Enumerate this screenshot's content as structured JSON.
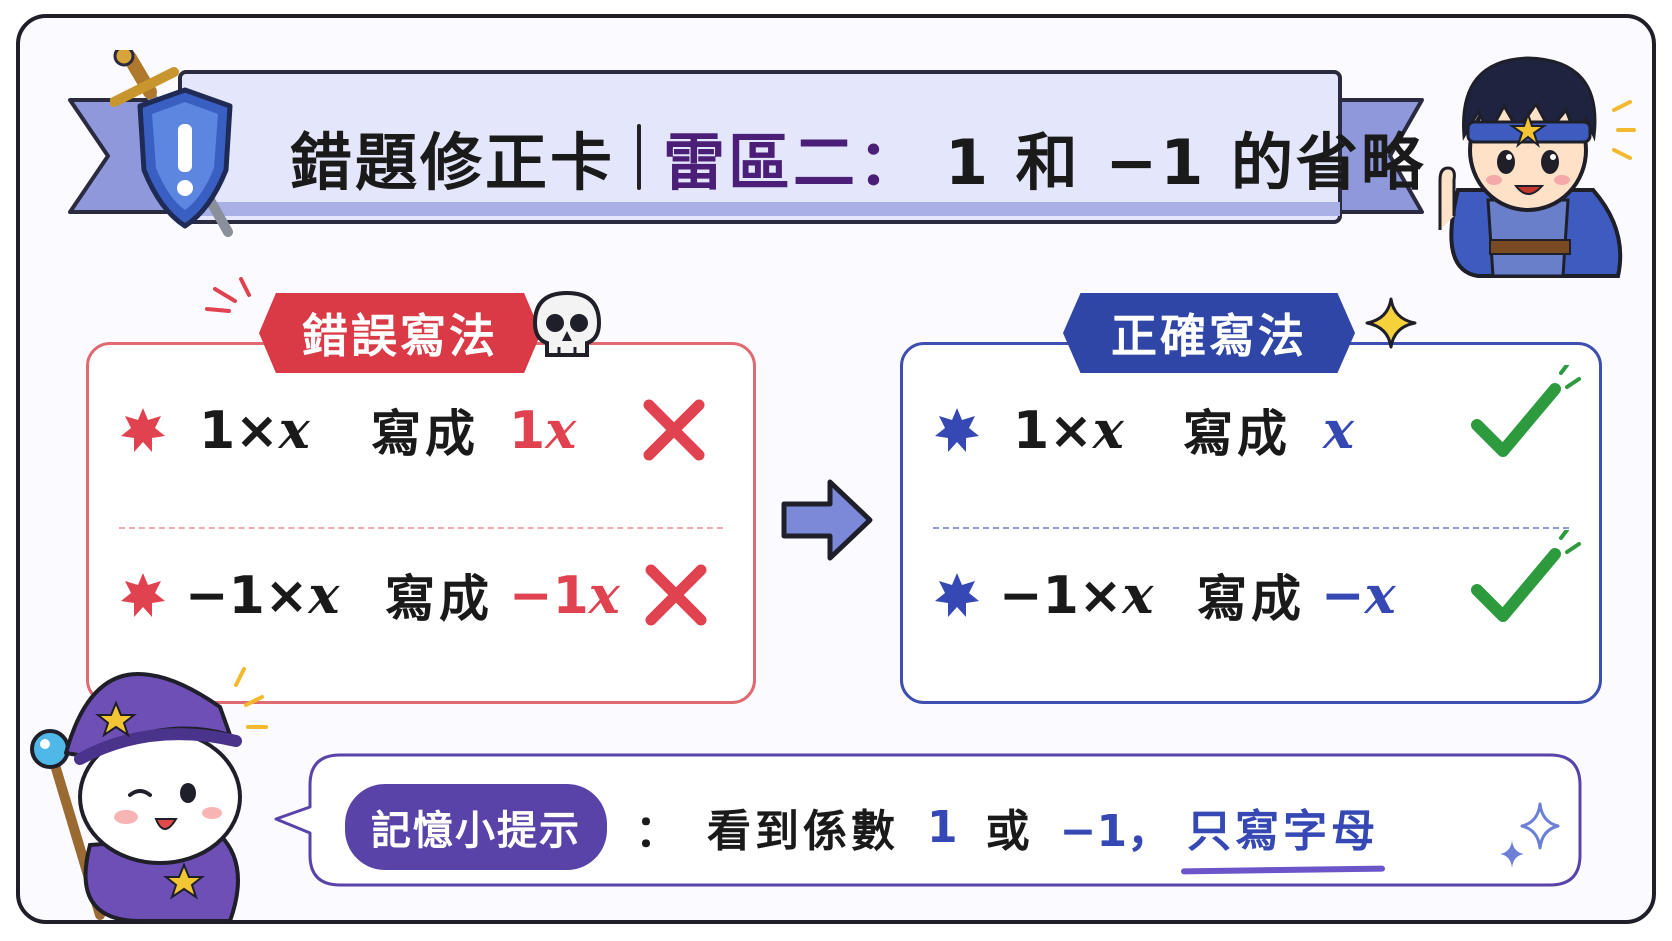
{
  "header": {
    "title_main": "錯題修正卡",
    "title_topic": "雷區二：",
    "title_rest": "1 和 −1 的省略"
  },
  "wrong_panel": {
    "badge": "錯誤寫法",
    "rows": [
      {
        "expr_num": "1×",
        "expr_var": "x",
        "word": "寫成",
        "ans_num": "1",
        "ans_var": "x"
      },
      {
        "expr_num": "−1×",
        "expr_var": "x",
        "word": "寫成",
        "ans_num": "−1",
        "ans_var": "x"
      }
    ],
    "mark_icon": "red-cross-icon"
  },
  "right_panel": {
    "badge": "正確寫法",
    "rows": [
      {
        "expr_num": "1×",
        "expr_var": "x",
        "word": "寫成",
        "ans_num": "",
        "ans_var": "x"
      },
      {
        "expr_num": "−1×",
        "expr_var": "x",
        "word": "寫成",
        "ans_num": "−",
        "ans_var": "x"
      }
    ],
    "mark_icon": "green-check-icon"
  },
  "tip": {
    "label": "記憶小提示",
    "colon": "：",
    "text": "看到係數",
    "num1": "1",
    "or": "或",
    "num2": "−1，",
    "emphasis": "只寫字母"
  },
  "colors": {
    "wrong": "#e0434f",
    "right": "#3548b3",
    "check": "#2e9a3e",
    "accent": "#5a43a8"
  }
}
